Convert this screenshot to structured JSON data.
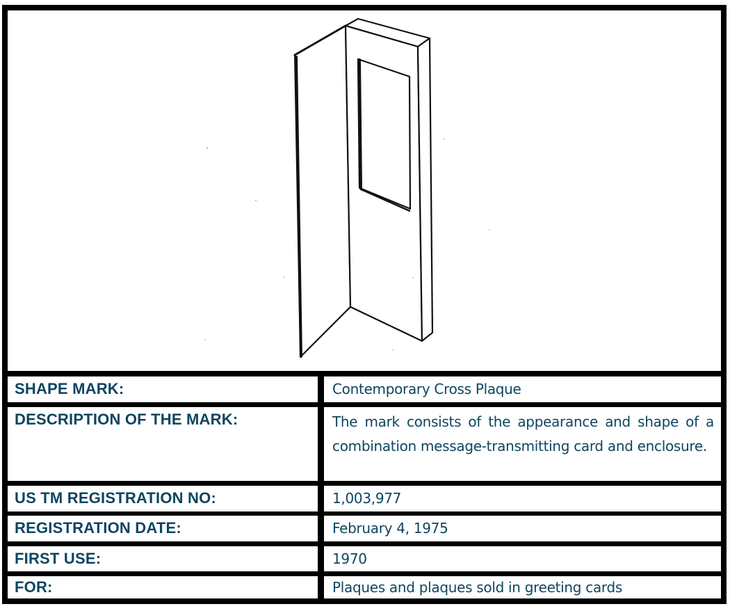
{
  "figure": {
    "icon": "plaque-card-drawing-icon",
    "description": "Line drawing of a folded card with an upright plaque containing a rectangular window"
  },
  "table": {
    "rows": [
      {
        "label": "SHAPE MARK:",
        "value": "Contemporary Cross Plaque"
      },
      {
        "label": "DESCRIPTION OF THE MARK:",
        "value": "The mark consists of the appearance and shape of a combination message-transmitting card and enclosure."
      },
      {
        "label": "US TM REGISTRATION NO:",
        "value": "1,003,977"
      },
      {
        "label": "REGISTRATION DATE:",
        "value": "February 4, 1975"
      },
      {
        "label": "FIRST USE:",
        "value": "1970"
      },
      {
        "label": "FOR:",
        "value": "Plaques and plaques sold in greeting cards"
      }
    ]
  },
  "colors": {
    "text": "#0e4560",
    "border": "#000000",
    "background": "#ffffff"
  }
}
